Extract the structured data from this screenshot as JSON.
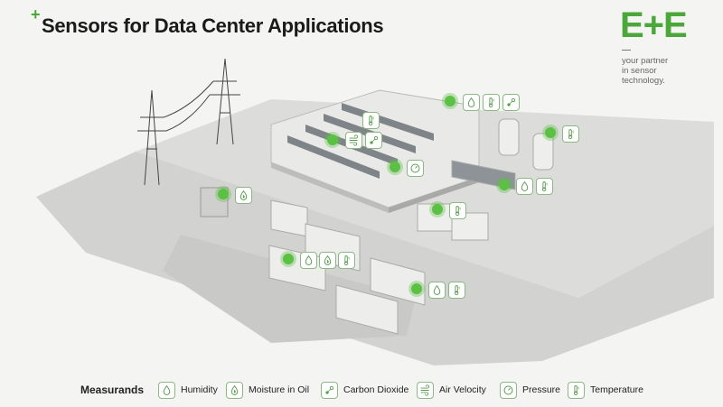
{
  "header": {
    "title": "Sensors for Data Center Applications"
  },
  "brand": {
    "logo": "E+E",
    "tagline_lines": [
      "your partner",
      "in sensor",
      "technology."
    ],
    "accent": "#4aa83a"
  },
  "legend": {
    "title": "Measurands",
    "items": [
      {
        "icon": "humidity-icon",
        "label": "Humidity"
      },
      {
        "icon": "moisture-in-oil-icon",
        "label": "Moisture in Oil"
      },
      {
        "icon": "carbon-dioxide-icon",
        "label": "Carbon Dioxide"
      },
      {
        "icon": "air-velocity-icon",
        "label": "Air Velocity"
      },
      {
        "icon": "pressure-icon",
        "label": "Pressure"
      },
      {
        "icon": "temperature-icon",
        "label": "Temperature"
      }
    ]
  }
}
